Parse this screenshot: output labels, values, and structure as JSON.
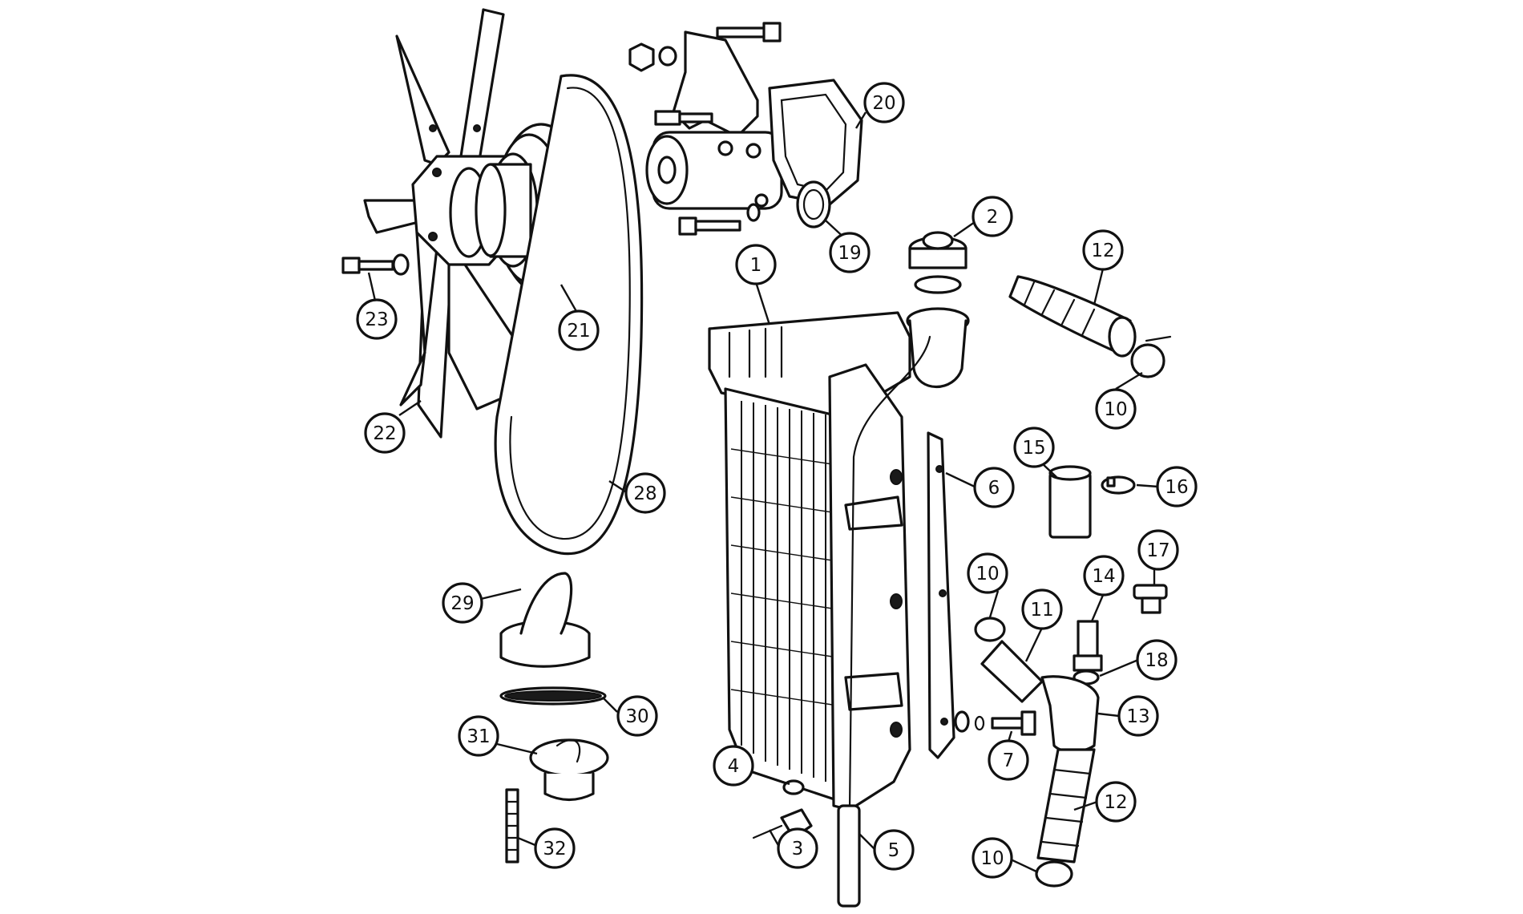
{
  "diagram": {
    "callouts": [
      {
        "id": "1",
        "part": "radiator"
      },
      {
        "id": "2",
        "part": "filler-cap"
      },
      {
        "id": "3",
        "part": "drain-tap"
      },
      {
        "id": "4",
        "part": "drain-tap-washer"
      },
      {
        "id": "5",
        "part": "overflow-pipe"
      },
      {
        "id": "6",
        "part": "cowl-strip"
      },
      {
        "id": "7",
        "part": "bolt-washers"
      },
      {
        "id": "10",
        "part": "hose-clip"
      },
      {
        "id": "11",
        "part": "bypass-hose"
      },
      {
        "id": "12",
        "part": "radiator-hose"
      },
      {
        "id": "13",
        "part": "hose-tee"
      },
      {
        "id": "14",
        "part": "connector"
      },
      {
        "id": "15",
        "part": "heater-element"
      },
      {
        "id": "16",
        "part": "clip"
      },
      {
        "id": "17",
        "part": "plug"
      },
      {
        "id": "18",
        "part": "washer"
      },
      {
        "id": "19",
        "part": "pump-gasket"
      },
      {
        "id": "20",
        "part": "water-pump"
      },
      {
        "id": "21",
        "part": "pulley"
      },
      {
        "id": "22",
        "part": "fan"
      },
      {
        "id": "23",
        "part": "fan-bolt"
      },
      {
        "id": "28",
        "part": "fan-belt"
      },
      {
        "id": "29",
        "part": "thermostat-housing"
      },
      {
        "id": "30",
        "part": "housing-gasket"
      },
      {
        "id": "31",
        "part": "thermostat"
      },
      {
        "id": "32",
        "part": "stud"
      }
    ]
  }
}
